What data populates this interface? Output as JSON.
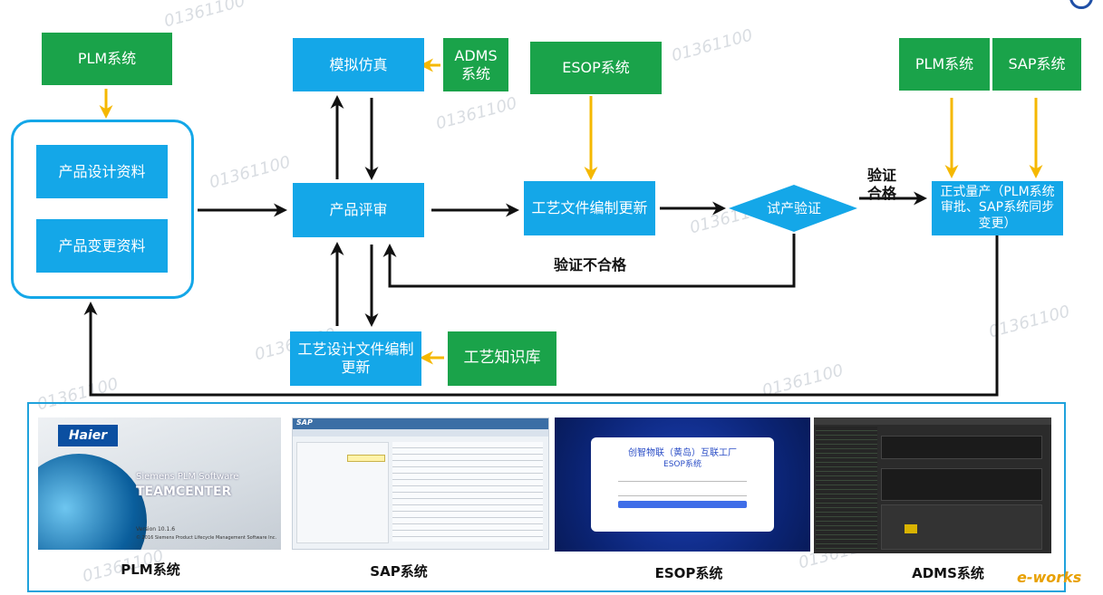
{
  "nodes": {
    "plm_top": "PLM系统",
    "product_design": "产品设计资料",
    "product_change": "产品变更资料",
    "simulation": "模拟仿真",
    "adms": "ADMS\n系统",
    "esop": "ESOP系统",
    "review": "产品评审",
    "process_doc": "工艺文件编制更新",
    "trial": "试产验证",
    "plm_right": "PLM系统",
    "sap_right": "SAP系统",
    "mass_production": "正式量产（PLM系统审批、SAP系统同步变更）",
    "process_design": "工艺设计文件编制更新",
    "knowledge": "工艺知识库"
  },
  "labels": {
    "pass": "验证\n合格",
    "fail": "验证不合格"
  },
  "screens": {
    "teamcenter": {
      "brand": "Haier",
      "vendor": "Siemens PLM Software",
      "product": "TEAMCENTER",
      "version": "Version 10.1.6",
      "copyright": "© 2016 Siemens Product Lifecycle Management Software Inc."
    },
    "sap": {
      "brand": "SAP"
    },
    "esop": {
      "title": "创智物联（黄岛）互联工厂",
      "subtitle": "ESOP系统"
    }
  },
  "captions": {
    "plm": "PLM系统",
    "sap": "SAP系统",
    "esop": "ESOP系统",
    "adms": "ADMS系统"
  },
  "watermark": "01361100",
  "logo": "e-works",
  "colors": {
    "green": "#1aa34a",
    "blue": "#14a7e8",
    "arrow_yellow": "#f5b800",
    "arrow_black": "#111111",
    "panel_border": "#1fa2dc"
  }
}
